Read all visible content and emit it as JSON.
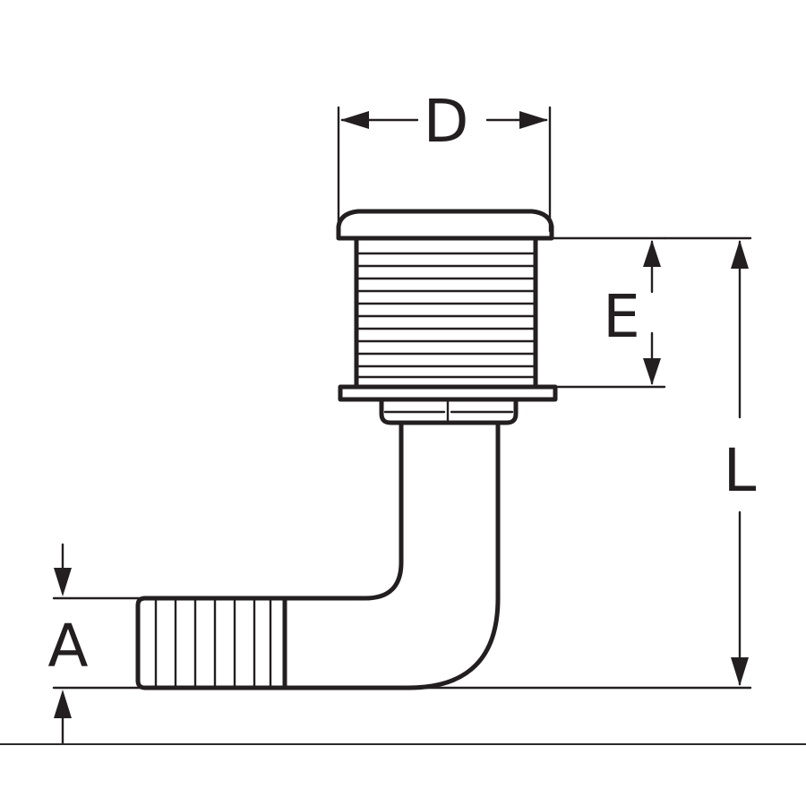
{
  "labels": {
    "d": "D",
    "e": "E",
    "l": "L",
    "a": "A"
  },
  "icons": {
    "fitting": "elbow-vent-fitting-drawing"
  },
  "colors": {
    "ink": "#231f20",
    "background": "#ffffff"
  }
}
